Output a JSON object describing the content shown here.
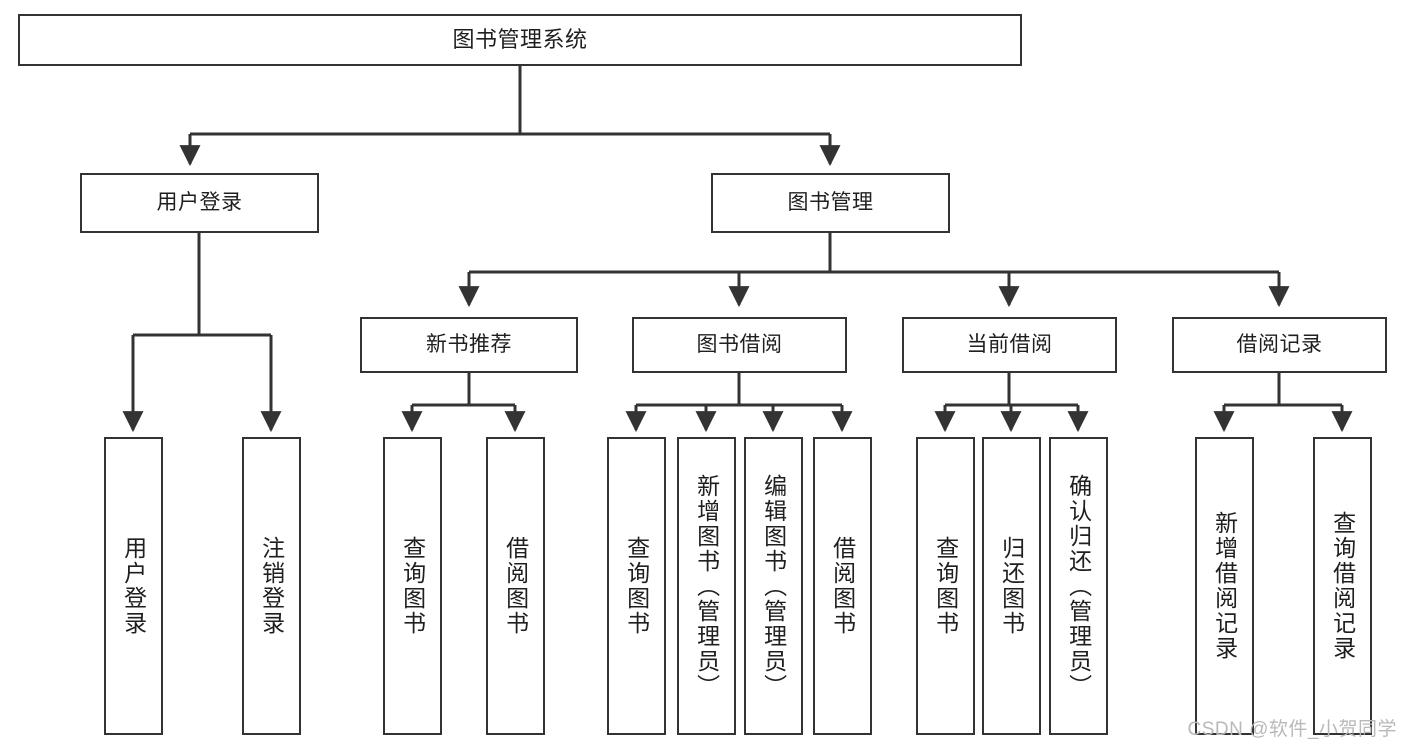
{
  "diagram": {
    "type": "tree",
    "title": "图书管理系统",
    "watermark": "CSDN @软件_小贺同学",
    "colors": {
      "background": "#ffffff",
      "box_border": "#333333",
      "box_fill": "#ffffff",
      "connector": "#333333",
      "text": "#1f1f1f",
      "watermark": "#b9b9b9"
    }
  },
  "nodes": {
    "root": {
      "label": "图书管理系统"
    },
    "level1": [
      {
        "id": "user-login",
        "label": "用户登录"
      },
      {
        "id": "book-manage",
        "label": "图书管理"
      }
    ],
    "level2": [
      {
        "id": "new-book-recommend",
        "label": "新书推荐"
      },
      {
        "id": "book-borrow",
        "label": "图书借阅"
      },
      {
        "id": "current-borrow",
        "label": "当前借阅"
      },
      {
        "id": "borrow-record",
        "label": "借阅记录"
      }
    ],
    "leaves": [
      {
        "id": "leaf-user-login",
        "parent": "user-login",
        "label": "用户登录"
      },
      {
        "id": "leaf-logout",
        "parent": "user-login",
        "label": "注销登录"
      },
      {
        "id": "leaf-query-book-1",
        "parent": "new-book-recommend",
        "label": "查询图书"
      },
      {
        "id": "leaf-borrow-book-1",
        "parent": "new-book-recommend",
        "label": "借阅图书"
      },
      {
        "id": "leaf-query-book-2",
        "parent": "book-borrow",
        "label": "查询图书"
      },
      {
        "id": "leaf-add-book",
        "parent": "book-borrow",
        "label": "新增图书（管理员）"
      },
      {
        "id": "leaf-edit-book",
        "parent": "book-borrow",
        "label": "编辑图书（管理员）"
      },
      {
        "id": "leaf-borrow-book-2",
        "parent": "book-borrow",
        "label": "借阅图书"
      },
      {
        "id": "leaf-query-book-3",
        "parent": "current-borrow",
        "label": "查询图书"
      },
      {
        "id": "leaf-return-book",
        "parent": "current-borrow",
        "label": "归还图书"
      },
      {
        "id": "leaf-confirm-return",
        "parent": "current-borrow",
        "label": "确认归还（管理员）"
      },
      {
        "id": "leaf-add-record",
        "parent": "borrow-record",
        "label": "新增借阅记录"
      },
      {
        "id": "leaf-query-record",
        "parent": "borrow-record",
        "label": "查询借阅记录"
      }
    ]
  }
}
